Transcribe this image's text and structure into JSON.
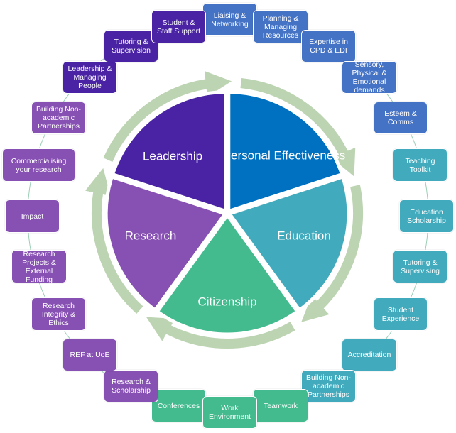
{
  "colors": {
    "ring": "#bcd4b2",
    "connector": "#9ccfb6"
  },
  "segments": [
    {
      "label": "Personal Effectiveness",
      "color": "#0070c0",
      "box_color": "#4472c4",
      "items": [
        "Liaising & Networking",
        "Planning & Managing Resources",
        "Expertise in CPD & EDI",
        "Sensory, Physical & Emotional demands",
        "Esteem & Comms"
      ]
    },
    {
      "label": "Education",
      "color": "#41aabd",
      "box_color": "#41aabd",
      "items": [
        "Teaching Toolkit",
        "Education Scholarship",
        "Tutoring & Supervising",
        "Student Experience",
        "Accreditation",
        "Building Non-academic Partnerships"
      ]
    },
    {
      "label": "Citizenship",
      "color": "#43bb8f",
      "box_color": "#43bb8f",
      "items": [
        "Teamwork",
        "Work Environment",
        "Conferences"
      ]
    },
    {
      "label": "Research",
      "color": "#8750b3",
      "box_color": "#8750b3",
      "items": [
        "Research & Scholarship",
        "REF at UoE",
        "Research Integrity & Ethics",
        "Research Projects & External Funding",
        "Impact",
        "Commercialising your research",
        "Building Non-academic Partnerships"
      ]
    },
    {
      "label": "Leadership",
      "color": "#4a23a5",
      "box_color": "#4a23a5",
      "items": [
        "Leadership & Managing People",
        "Tutoring & Supervision",
        "Student & Staff Support"
      ]
    }
  ]
}
